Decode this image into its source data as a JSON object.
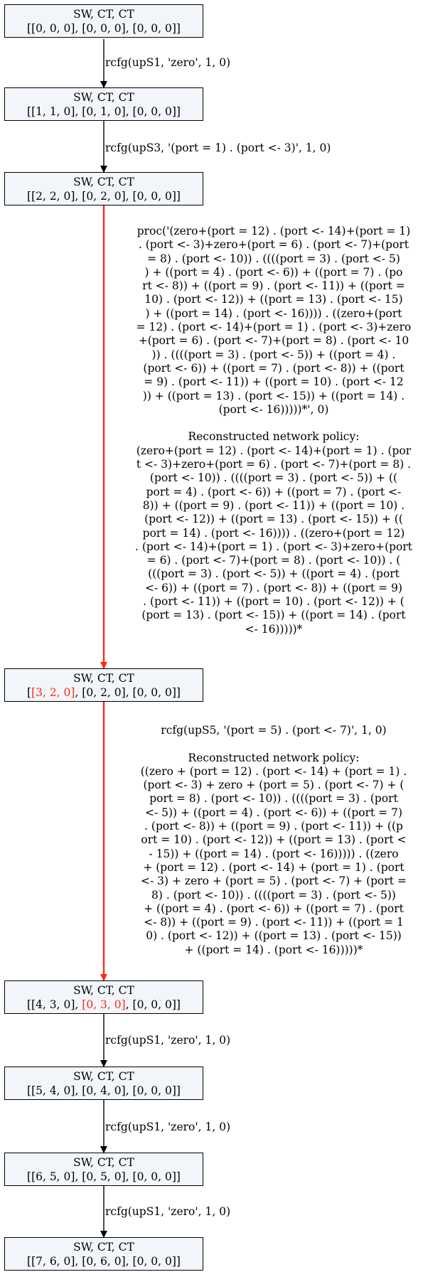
{
  "nodes": [
    {
      "title": "SW, CT, CT",
      "state": "[[0, 0, 0], [0, 0, 0], [0, 0, 0]]"
    },
    {
      "title": "SW, CT, CT",
      "state": "[[1, 1, 0], [0, 1, 0], [0, 0, 0]]"
    },
    {
      "title": "SW, CT, CT",
      "state": "[[2, 2, 0], [0, 2, 0], [0, 0, 0]]"
    },
    {
      "title": "SW, CT, CT",
      "state_pre": "[",
      "state_hl": "[3, 2, 0]",
      "state_post": ", [0, 2, 0], [0, 0, 0]]"
    },
    {
      "title": "SW, CT, CT",
      "state_pre": "[[4, 3, 0], ",
      "state_hl": "[0, 3, 0]",
      "state_post": ", [0, 0, 0]]"
    },
    {
      "title": "SW, CT, CT",
      "state": "[[5, 4, 0], [0, 4, 0], [0, 0, 0]]"
    },
    {
      "title": "SW, CT, CT",
      "state": "[[6, 5, 0], [0, 5, 0], [0, 0, 0]]"
    },
    {
      "title": "SW, CT, CT",
      "state": "[[7, 6, 0], [0, 6, 0], [0, 0, 0]]"
    }
  ],
  "edges": [
    {
      "label": "rcfg(upS1, 'zero', 1, 0)",
      "color": "#000000"
    },
    {
      "label": "rcfg(upS3, '(port = 1) . (port <- 3)', 1, 0)",
      "color": "#000000"
    },
    {
      "label": "proc('(zero+(port = 12) . (port <- 14)+(port = 1)\n. (port <- 3)+zero+(port = 6) . (port <- 7)+(port\n= 8) . (port <- 10)) . ((((port = 3) . (port <- 5)\n) + ((port = 4) . (port <- 6)) + ((port = 7) . (po\nrt <- 8)) + ((port = 9) . (port <- 11)) + ((port =\n10) . (port <- 12)) + ((port = 13) . (port <- 15)\n) + ((port = 14) . (port <- 16)))) . ((zero+(port\n= 12) . (port <- 14)+(port = 1) . (port <- 3)+zero\n+(port = 6) . (port <- 7)+(port = 8) . (port <- 10\n)) . ((((port = 3) . (port <- 5)) + ((port = 4) .\n(port <- 6)) + ((port = 7) . (port <- 8)) + ((port\n= 9) . (port <- 11)) + ((port = 10) . (port <- 12\n)) + ((port = 13) . (port <- 15)) + ((port = 14) .\n(port <- 16)))))*', 0)\n\nReconstructed network policy:\n(zero+(port = 12) . (port <- 14)+(port = 1) . (por\nt <- 3)+zero+(port = 6) . (port <- 7)+(port = 8) .\n(port <- 10)) . ((((port = 3) . (port <- 5)) + ((\nport = 4) . (port <- 6)) + ((port = 7) . (port <-\n8)) + ((port = 9) . (port <- 11)) + ((port = 10) .\n(port <- 12)) + ((port = 13) . (port <- 15)) + ((\nport = 14) . (port <- 16)))) . ((zero+(port = 12)\n. (port <- 14)+(port = 1) . (port <- 3)+zero+(port\n= 6) . (port <- 7)+(port = 8) . (port <- 10)) . (\n(((port = 3) . (port <- 5)) + ((port = 4) . (port\n<- 6)) + ((port = 7) . (port <- 8)) + ((port = 9)\n. (port <- 11)) + ((port = 10) . (port <- 12)) + (\n(port = 13) . (port <- 15)) + ((port = 14) . (port\n<- 16)))))*",
      "color": "#ff2a10"
    },
    {
      "label": "rcfg(upS5, '(port = 5) . (port <- 7)', 1, 0)\n\nReconstructed network policy:\n((zero + (port = 12) . (port <- 14) + (port = 1) .\n(port <- 3) + zero + (port = 5) . (port <- 7) + (\nport = 8) . (port <- 10)) . ((((port = 3) . (port\n<- 5)) + ((port = 4) . (port <- 6)) + ((port = 7)\n. (port <- 8)) + ((port = 9) . (port <- 11)) + ((p\nort = 10) . (port <- 12)) + ((port = 13) . (port <\n- 15)) + ((port = 14) . (port <- 16))))) . ((zero\n+ (port = 12) . (port <- 14) + (port = 1) . (port\n<- 3) + zero + (port = 5) . (port <- 7) + (port =\n8) . (port <- 10)) . ((((port = 3) . (port <- 5))\n+ ((port = 4) . (port <- 6)) + ((port = 7) . (port\n<- 8)) + ((port = 9) . (port <- 11)) + ((port = 1\n0) . (port <- 12)) + ((port = 13) . (port <- 15))\n+ ((port = 14) . (port <- 16)))))*",
      "color": "#ff2a10"
    },
    {
      "label": "rcfg(upS1, 'zero', 1, 0)",
      "color": "#000000"
    },
    {
      "label": "rcfg(upS1, 'zero', 1, 0)",
      "color": "#000000"
    },
    {
      "label": "rcfg(upS1, 'zero', 1, 0)",
      "color": "#000000"
    }
  ]
}
